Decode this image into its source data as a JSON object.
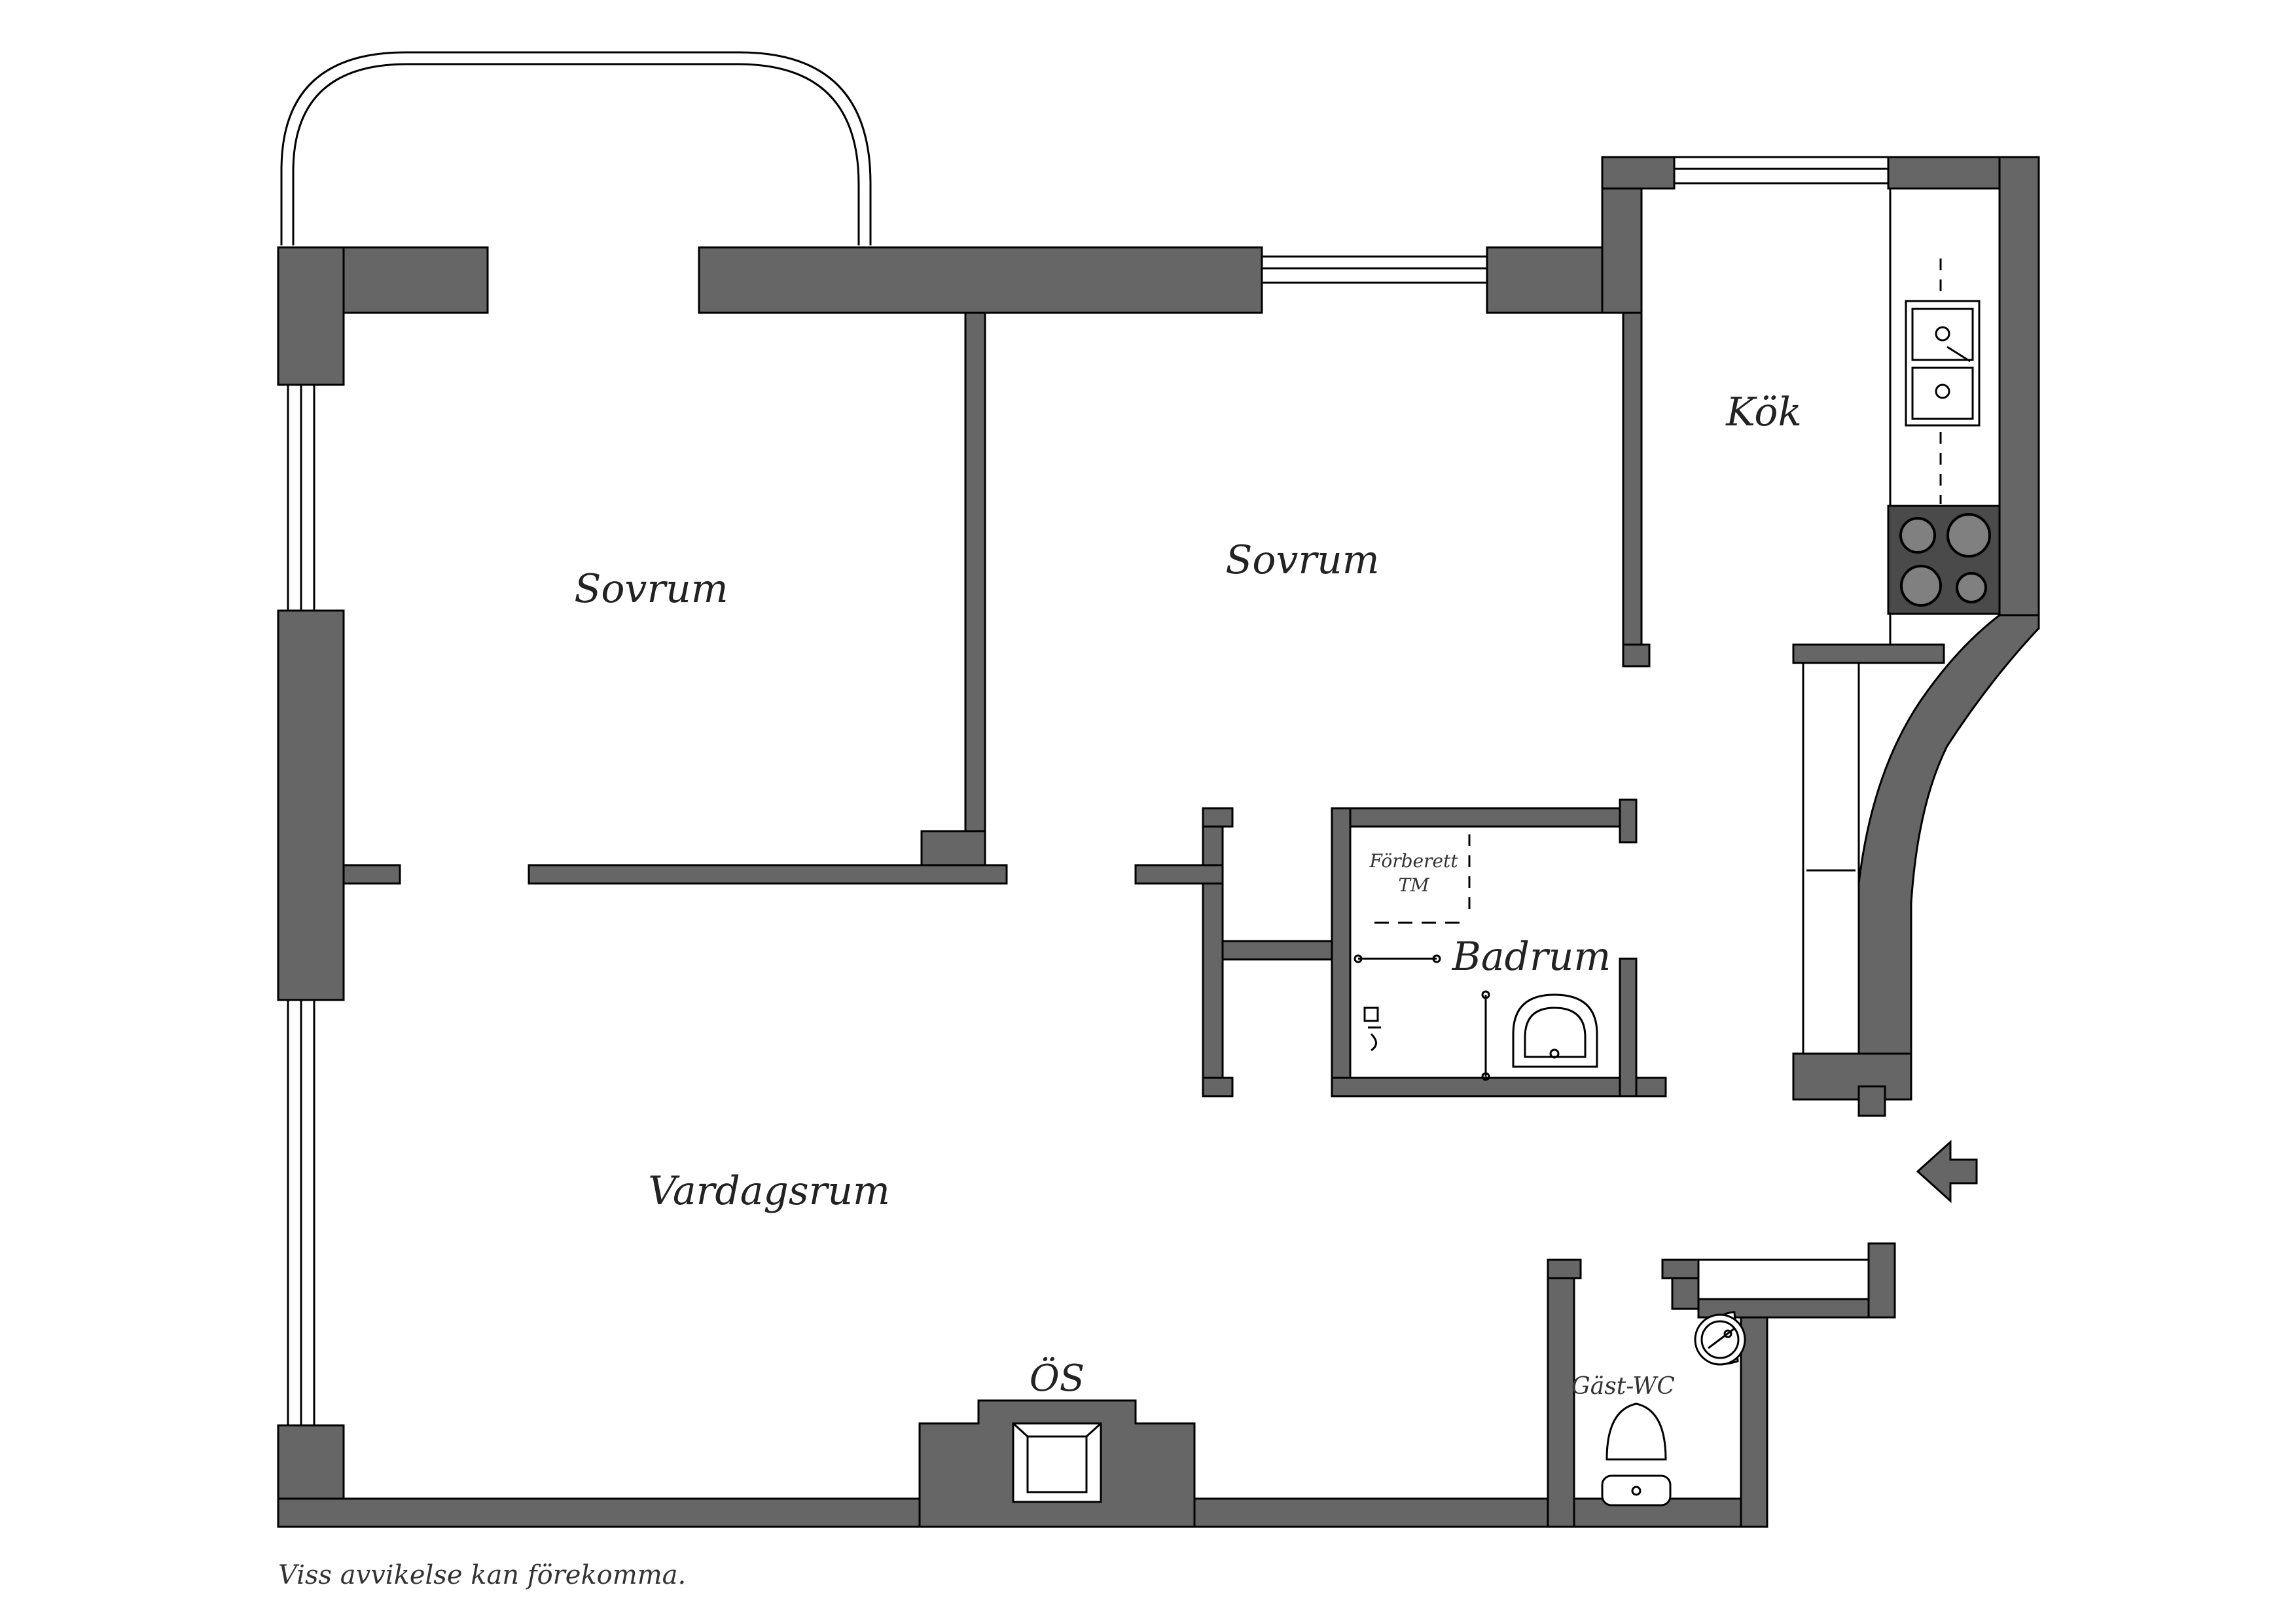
{
  "rooms": {
    "sovrum_1": "Sovrum",
    "sovrum_2": "Sovrum",
    "kok": "Kök",
    "badrum": "Badrum",
    "vardagsrum": "Vardagsrum",
    "gast_wc": "Gäst-WC",
    "os": "ÖS"
  },
  "annotations": {
    "forberett_tm_line1": "Förberett",
    "forberett_tm_line2": "TM"
  },
  "footer": {
    "disclaimer": "Viss avvikelse kan förekomma."
  },
  "colors": {
    "wall": "#666666",
    "line": "#000000",
    "background": "#ffffff"
  }
}
